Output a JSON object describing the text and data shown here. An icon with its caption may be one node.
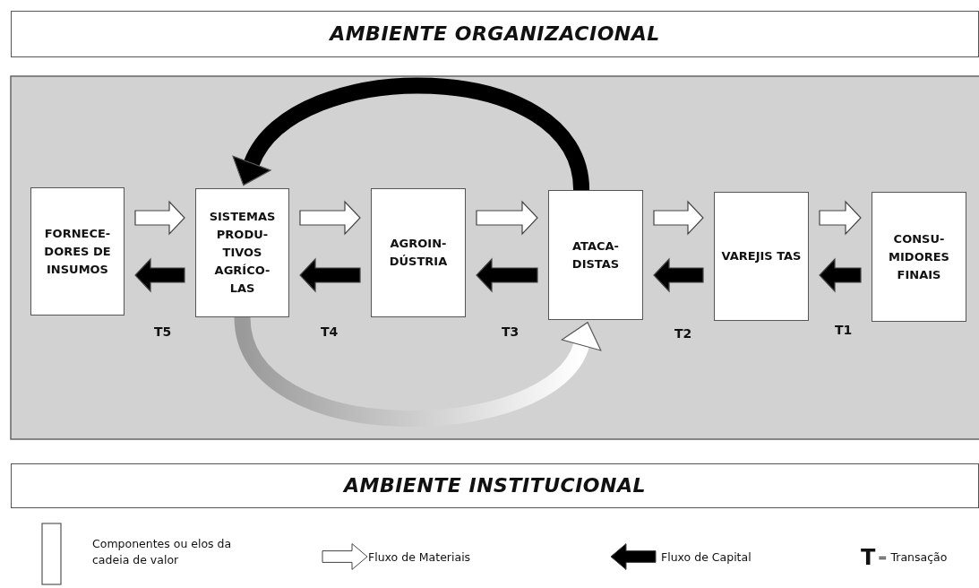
{
  "diagram": {
    "nodes": [
      {
        "text": [
          "AMBIENTE ORGANIZACIONAL"
        ]
      },
      {
        "text": [
          "FORNECE- DORES DE INSUMOS"
        ]
      },
      {
        "text": [
          "SISTEMAS PRODU- TIVOS AGRÍCO- LAS"
        ]
      },
      {
        "text": [
          "AGROIN- DÚSTRIA"
        ]
      },
      {
        "text": [
          "ATACA- DISTAS"
        ]
      },
      {
        "text": [
          "VAREJIS TAS"
        ]
      },
      {
        "text": [
          "CONSU- MIDORES FINAIS"
        ]
      },
      {
        "text": [
          "AMBIENTE INSTITUCIONAL"
        ]
      }
    ],
    "edges": [
      {
        "from": 1,
        "to": 2,
        "arrow": "to",
        "color": "#ffffff"
      },
      {
        "from": 2,
        "to": 1,
        "arrow": "to",
        "color": "#000000"
      },
      {
        "from": 2,
        "to": 3,
        "arrow": "to",
        "color": "#ffffff"
      },
      {
        "from": 3,
        "to": 2,
        "arrow": "to",
        "color": "#000000"
      },
      {
        "from": 3,
        "to": 4,
        "arrow": "to",
        "color": "#ffffff"
      },
      {
        "from": 4,
        "to": 3,
        "arrow": "to",
        "color": "#000000"
      },
      {
        "from": 4,
        "to": 5,
        "arrow": "to",
        "color": "#ffffff"
      },
      {
        "from": 5,
        "to": 4,
        "arrow": "to",
        "color": "#000000"
      },
      {
        "from": 5,
        "to": 6,
        "arrow": "to",
        "color": "#ffffff"
      },
      {
        "from": 6,
        "to": 5,
        "arrow": "to",
        "color": "#000000"
      },
      {
        "from": 4,
        "to": 2,
        "arrow": "to",
        "color": "#000000"
      },
      {
        "from": 2,
        "to": 4,
        "arrow": "to",
        "color": "#ffffff"
      }
    ],
    "labels": [
      "T5",
      "T4",
      "T3",
      "T2",
      "T1",
      "T"
    ],
    "legend": [
      {
        "text": "Componentes ou elos da cadeia de valor"
      },
      {
        "text": "Fluxo de Materiais"
      },
      {
        "text": "Fluxo de Capital"
      },
      {
        "text": "= Transação"
      }
    ]
  }
}
